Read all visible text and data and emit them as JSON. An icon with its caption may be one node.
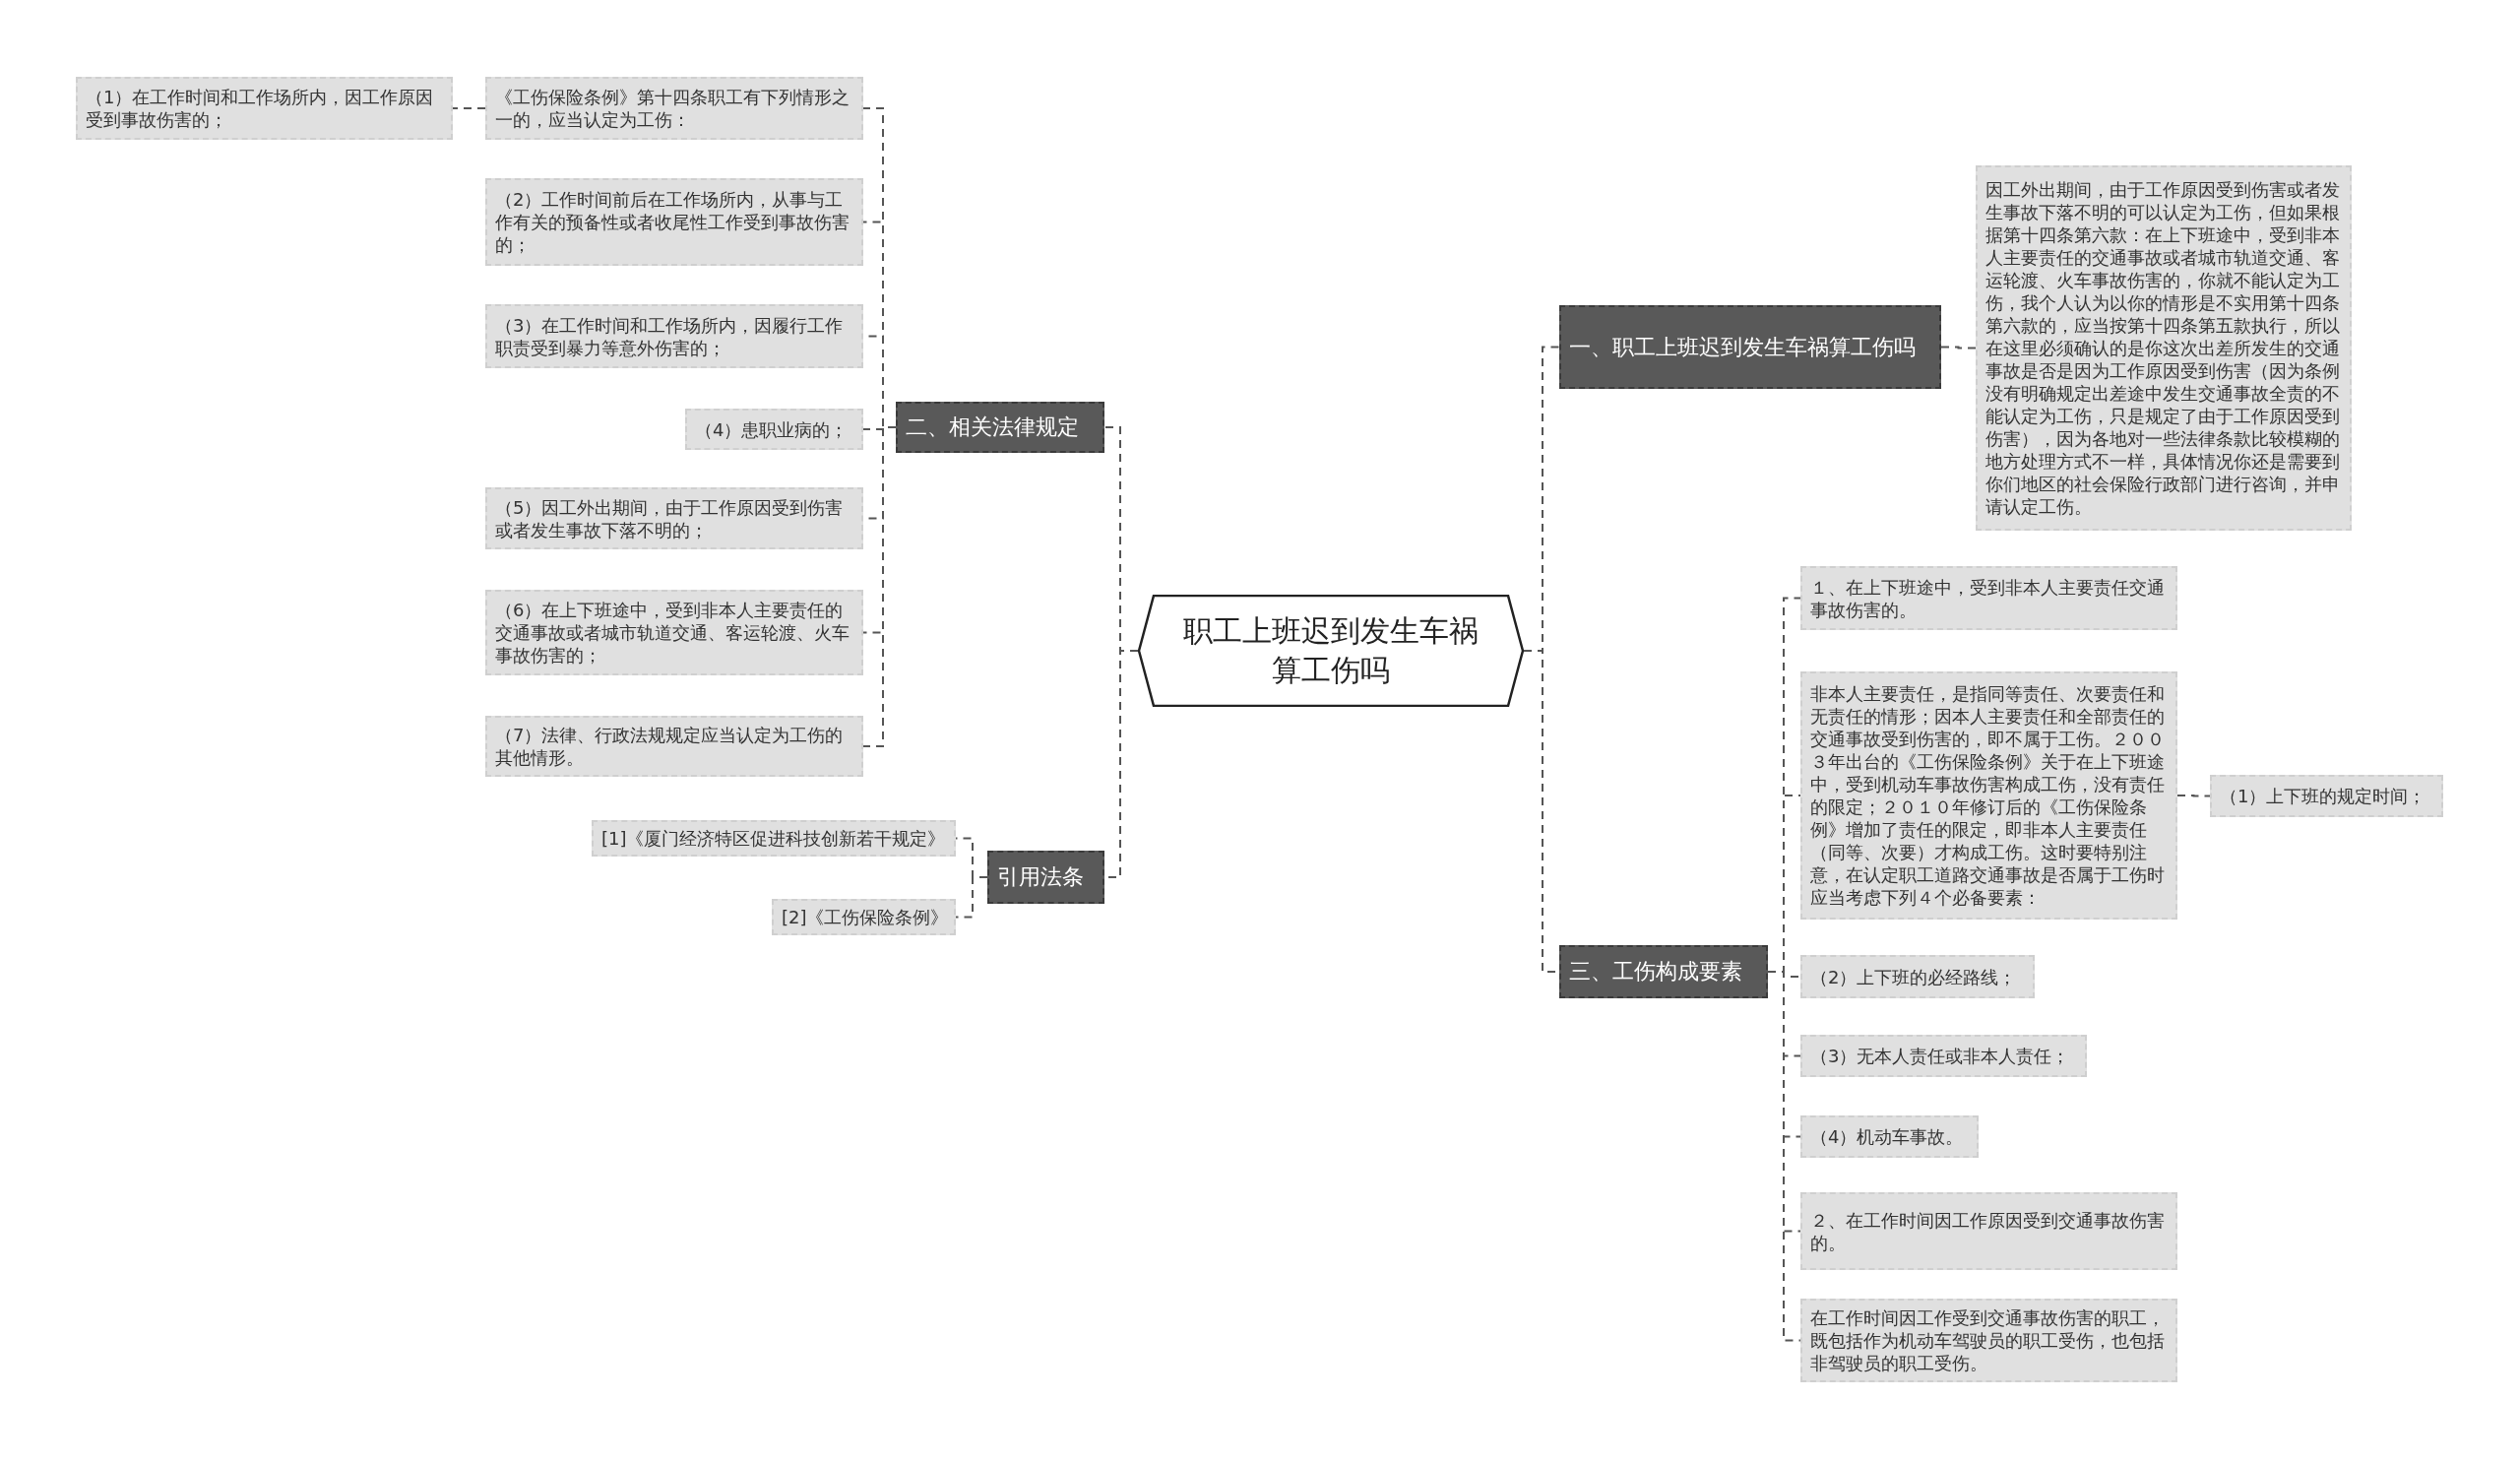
{
  "diagram": {
    "nodes": [
      {
        "text": [
          "职工上班迟到发生车祸算工伤吗"
        ]
      },
      {
        "text": [
          "一、职工上班迟到发生车祸算工伤吗"
        ]
      },
      {
        "text": [
          "因工外出期间，由于工作原因受到伤害或者发生事故下落不明的可以认定为工伤，但如果根据第十四条第六款：在上下班途中，受到非本人主要责任的交通事故或者城市轨道交通、客运轮渡、火车事故伤害的，你就不能认定为工伤，我个人认为以你的情形是不实用第十四条第六款的，应当按第十四条第五款执行，所以在这里必须确认的是你这次出差所发生的交通事故是否是因为工作原因受到伤害（因为条例没有明确规定出差途中发生交通事故全责的不能认定为工伤，只是规定了由于工作原因受到伤害），因为各地对一些法律条款比较模糊的地方处理方式不一样，具体情况你还是需要到你们地区的社会保险行政部门进行咨询，并申请认定工伤。"
        ]
      },
      {
        "text": [
          "二、相关法律规定"
        ]
      },
      {
        "text": [
          "《工伤保险条例》第十四条职工有下列情形之一的，应当认定为工伤："
        ]
      },
      {
        "text": [
          "（1）在工作时间和工作场所内，因工作原因受到事故伤害的；"
        ]
      },
      {
        "text": [
          "（2）工作时间前后在工作场所内，从事与工作有关的预备性或者收尾性工作受到事故伤害的；"
        ]
      },
      {
        "text": [
          "（3）在工作时间和工作场所内，因履行工作职责受到暴力等意外伤害的；"
        ]
      },
      {
        "text": [
          "（4）患职业病的；"
        ]
      },
      {
        "text": [
          "（5）因工外出期间，由于工作原因受到伤害或者发生事故下落不明的；"
        ]
      },
      {
        "text": [
          "（6）在上下班途中，受到非本人主要责任的交通事故或者城市轨道交通、客运轮渡、火车事故伤害的；"
        ]
      },
      {
        "text": [
          "（7）法律、行政法规规定应当认定为工伤的其他情形。"
        ]
      },
      {
        "text": [
          "引用法条"
        ]
      },
      {
        "text": [
          "[1]《厦门经济特区促进科技创新若干规定》"
        ]
      },
      {
        "text": [
          "[2]《工伤保险条例》"
        ]
      },
      {
        "text": [
          "三、工伤构成要素"
        ]
      },
      {
        "text": [
          "１、在上下班途中，受到非本人主要责任交通事故伤害的。"
        ]
      },
      {
        "text": [
          "非本人主要责任，是指同等责任、次要责任和无责任的情形；因本人主要责任和全部责任的交通事故受到伤害的，即不属于工伤。２００３年出台的《工伤保险条例》关于在上下班途中，受到机动车事故伤害构成工伤，没有责任的限定；２０１０年修订后的《工伤保险条例》增加了责任的限定，即非本人主要责任（同等、次要）才构成工伤。这时要特别注意，在认定职工道路交通事故是否属于工伤时应当考虑下列４个必备要素："
        ]
      },
      {
        "text": [
          "（1）上下班的规定时间；"
        ]
      },
      {
        "text": [
          "（2）上下班的必经路线；"
        ]
      },
      {
        "text": [
          "（3）无本人责任或非本人责任；"
        ]
      },
      {
        "text": [
          "（4）机动车事故。"
        ]
      },
      {
        "text": [
          "２、在工作时间因工作原因受到交通事故伤害的。"
        ]
      },
      {
        "text": [
          "在工作时间因工作受到交通事故伤害的职工，既包括作为机动车驾驶员的职工受伤，也包括非驾驶员的职工受伤。"
        ]
      }
    ],
    "edges": [
      {
        "from": 0,
        "to": 1,
        "arrow": "none",
        "style": "dashed"
      },
      {
        "from": 1,
        "to": 2,
        "arrow": "none",
        "style": "dashed"
      },
      {
        "from": 0,
        "to": 3,
        "arrow": "none",
        "style": "dashed"
      },
      {
        "from": 3,
        "to": 4,
        "arrow": "none",
        "style": "dashed"
      },
      {
        "from": 4,
        "to": 5,
        "arrow": "none",
        "style": "dashed"
      },
      {
        "from": 3,
        "to": 6,
        "arrow": "none",
        "style": "dashed"
      },
      {
        "from": 3,
        "to": 7,
        "arrow": "none",
        "style": "dashed"
      },
      {
        "from": 3,
        "to": 8,
        "arrow": "none",
        "style": "dashed"
      },
      {
        "from": 3,
        "to": 9,
        "arrow": "none",
        "style": "dashed"
      },
      {
        "from": 3,
        "to": 10,
        "arrow": "none",
        "style": "dashed"
      },
      {
        "from": 3,
        "to": 11,
        "arrow": "none",
        "style": "dashed"
      },
      {
        "from": 0,
        "to": 12,
        "arrow": "none",
        "style": "dashed"
      },
      {
        "from": 12,
        "to": 13,
        "arrow": "none",
        "style": "dashed"
      },
      {
        "from": 12,
        "to": 14,
        "arrow": "none",
        "style": "dashed"
      },
      {
        "from": 0,
        "to": 15,
        "arrow": "none",
        "style": "dashed"
      },
      {
        "from": 15,
        "to": 16,
        "arrow": "none",
        "style": "dashed"
      },
      {
        "from": 15,
        "to": 17,
        "arrow": "none",
        "style": "dashed"
      },
      {
        "from": 17,
        "to": 18,
        "arrow": "none",
        "style": "dashed"
      },
      {
        "from": 15,
        "to": 19,
        "arrow": "none",
        "style": "dashed"
      },
      {
        "from": 15,
        "to": 20,
        "arrow": "none",
        "style": "dashed"
      },
      {
        "from": 15,
        "to": 21,
        "arrow": "none",
        "style": "dashed"
      },
      {
        "from": 15,
        "to": 22,
        "arrow": "none",
        "style": "dashed"
      },
      {
        "from": 15,
        "to": 23,
        "arrow": "none",
        "style": "dashed"
      }
    ]
  }
}
